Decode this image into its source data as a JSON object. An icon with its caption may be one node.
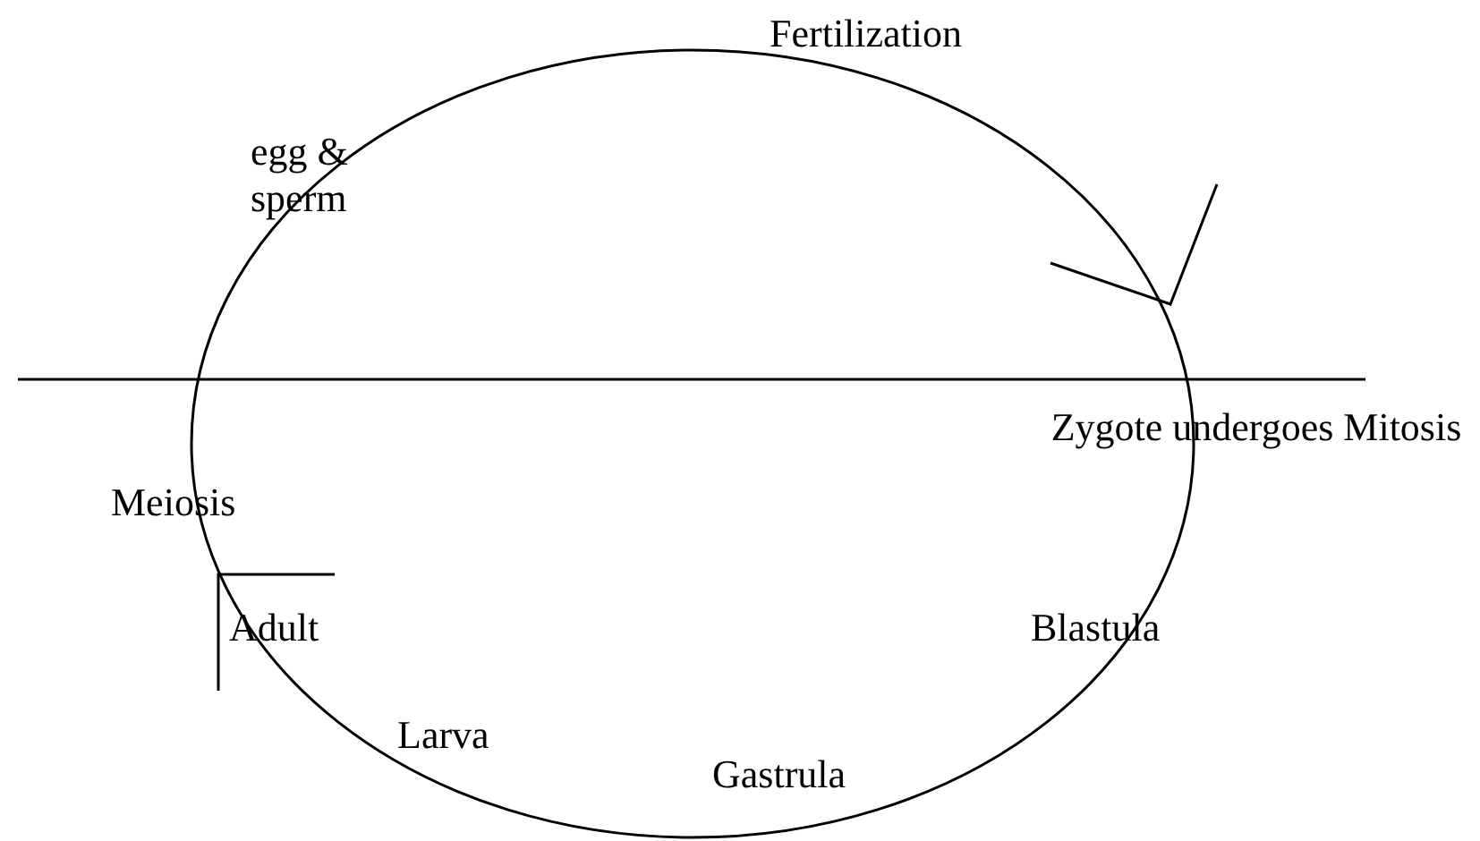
{
  "diagram": {
    "labels": [
      "Fertilization",
      "egg & sperm",
      "Zygote undergoes Mitosis",
      "Meiosis",
      "Adult",
      "Blastula",
      "Larva",
      "Gastrula"
    ]
  }
}
